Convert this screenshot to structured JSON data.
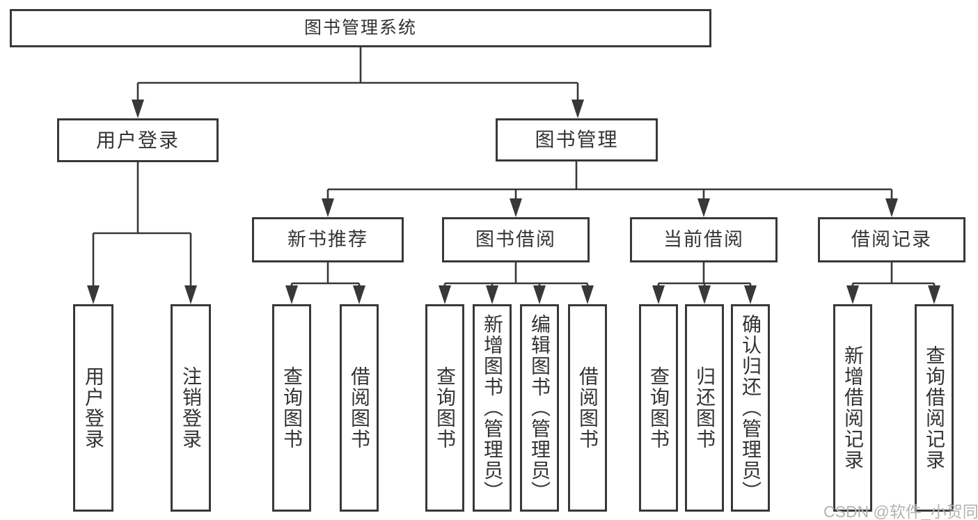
{
  "colors": {
    "line": "#383838",
    "box_border": "#383838",
    "text": "#333333",
    "watermark": "#b3b3b3",
    "background": "#ffffff"
  },
  "tree": {
    "label": "图书管理系统",
    "children": [
      {
        "label": "用户登录",
        "children": [
          {
            "label": "用户登录"
          },
          {
            "label": "注销登录"
          }
        ]
      },
      {
        "label": "图书管理",
        "children": [
          {
            "label": "新书推荐",
            "children": [
              {
                "label": "查询图书"
              },
              {
                "label": "借阅图书"
              }
            ]
          },
          {
            "label": "图书借阅",
            "children": [
              {
                "label": "查询图书"
              },
              {
                "label": "新增图书（管理员）"
              },
              {
                "label": "编辑图书（管理员）"
              },
              {
                "label": "借阅图书"
              }
            ]
          },
          {
            "label": "当前借阅",
            "children": [
              {
                "label": "查询图书"
              },
              {
                "label": "归还图书"
              },
              {
                "label": "确认归还（管理员）"
              }
            ]
          },
          {
            "label": "借阅记录",
            "children": [
              {
                "label": "新增借阅记录"
              },
              {
                "label": "查询借阅记录"
              }
            ]
          }
        ]
      }
    ]
  },
  "watermark": {
    "text": "CSDN @软件_小贺同学"
  }
}
